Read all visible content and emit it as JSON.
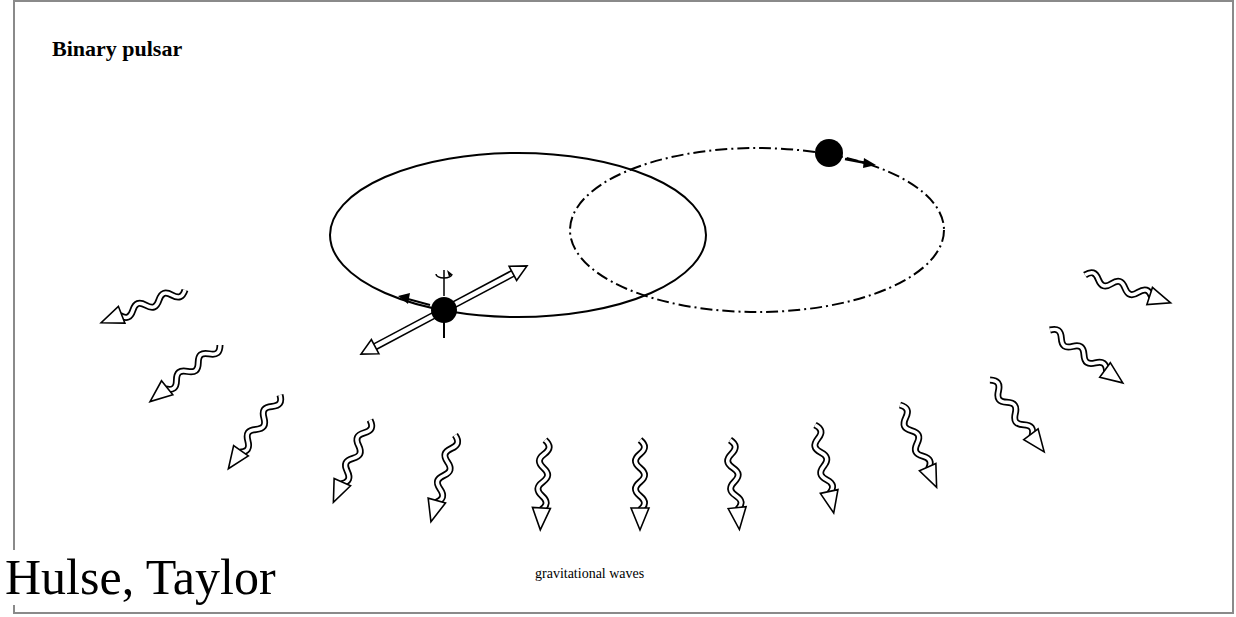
{
  "diagram": {
    "title": "Binary pulsar",
    "labels": [
      "gravitational waves",
      "Hulse, Taylor"
    ]
  }
}
